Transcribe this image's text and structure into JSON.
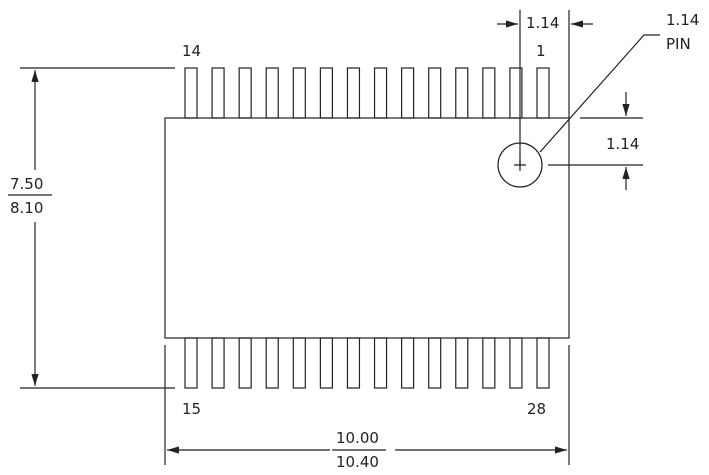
{
  "pins": {
    "top_left": "14",
    "top_right": "1",
    "bottom_left": "15",
    "bottom_right": "28",
    "per_side": 14
  },
  "dimensions": {
    "height_min": "7.50",
    "height_max": "8.10",
    "width_min": "10.00",
    "width_max": "10.40",
    "pin_offset_x": "1.14",
    "pin_offset_y": "1.14"
  },
  "callout": {
    "value": "1.14",
    "label": "PIN"
  }
}
